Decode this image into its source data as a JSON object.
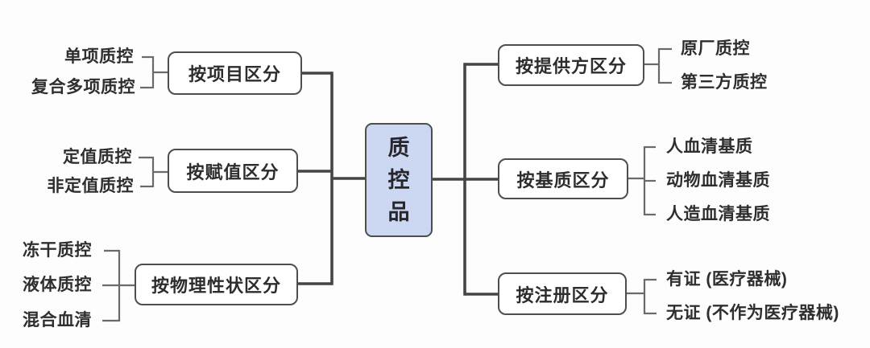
{
  "root": {
    "label": "质控品"
  },
  "left_groups": [
    {
      "label": "按项目区分",
      "leaves": [
        "单项质控",
        "复合多项质控"
      ]
    },
    {
      "label": "按赋值区分",
      "leaves": [
        "定值质控",
        "非定值质控"
      ]
    },
    {
      "label": "按物理性状区分",
      "leaves": [
        "冻干质控",
        "液体质控",
        "混合血清"
      ]
    }
  ],
  "right_groups": [
    {
      "label": "按提供方区分",
      "leaves": [
        "原厂质控",
        "第三方质控"
      ]
    },
    {
      "label": "按基质区分",
      "leaves": [
        "人血清基质",
        "动物血清基质",
        "人造血清基质"
      ]
    },
    {
      "label": "按注册区分",
      "leaves": [
        "有证 (医疗器械)",
        "无证 (不作为医疗器械)"
      ]
    }
  ],
  "colors": {
    "trunk_line": "#454545",
    "twig_line": "#6a6a6a",
    "box_border": "#4e4e4e",
    "root_fill": "#ccd8f2",
    "text": "#2e2e2e",
    "background": "#fdfdfd"
  }
}
